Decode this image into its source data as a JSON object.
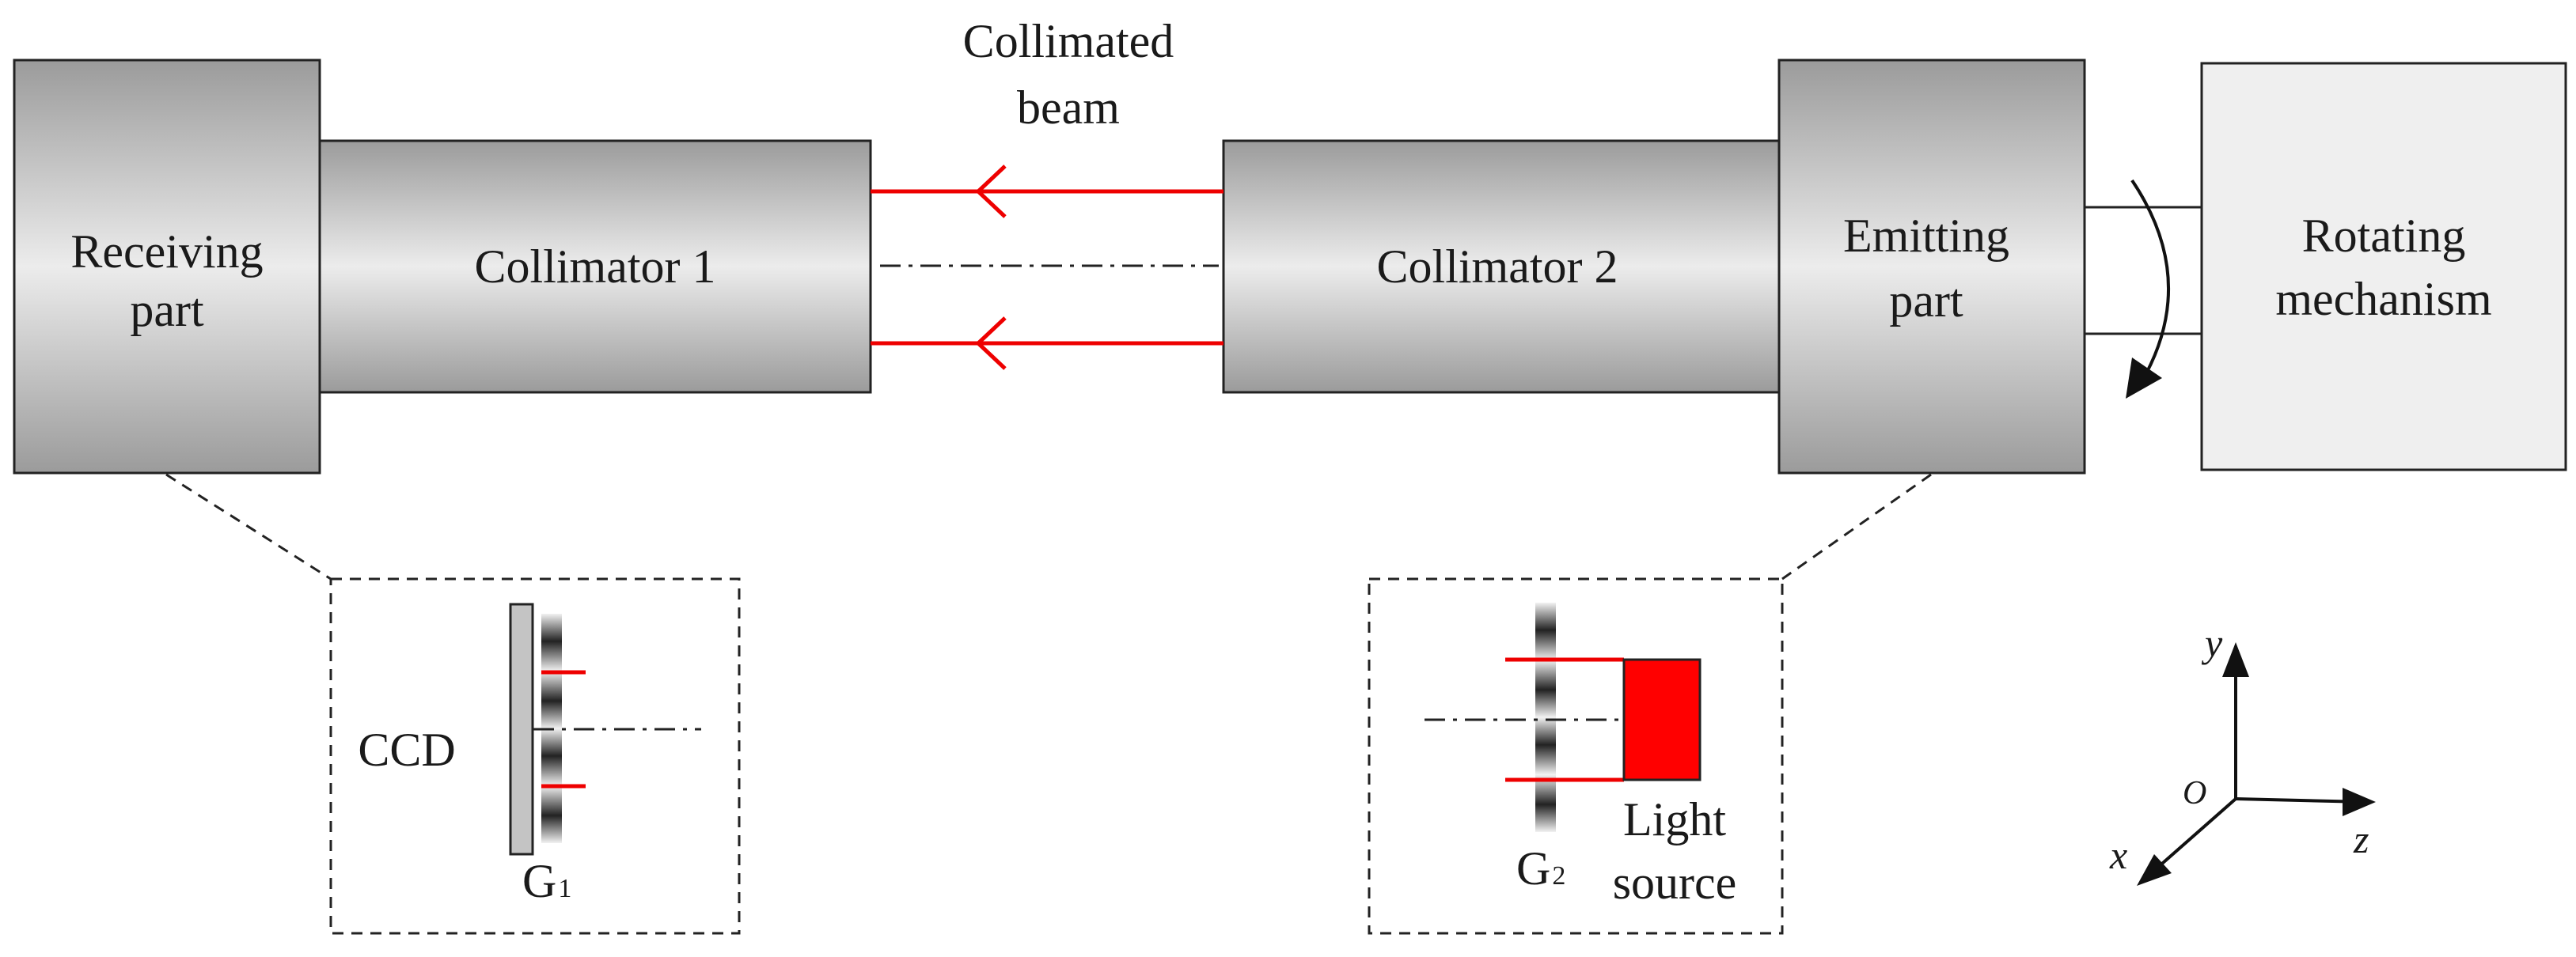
{
  "labels": {
    "collimated_beam_line1": "Collimated",
    "collimated_beam_line2": "beam",
    "receiving_line1": "Receiving",
    "receiving_line2": "part",
    "collimator1": "Collimator 1",
    "collimator2": "Collimator 2",
    "emitting_line1": "Emitting",
    "emitting_line2": "part",
    "rotating_line1": "Rotating",
    "rotating_line2": "mechanism",
    "ccd": "CCD",
    "g1_letter": "G",
    "g1_sub": "1",
    "g2_letter": "G",
    "g2_sub": "2",
    "light_line1": "Light",
    "light_line2": "source"
  },
  "axes": {
    "y": "y",
    "z": "z",
    "x": "x",
    "origin": "O"
  },
  "colors": {
    "beam": "#ee0000",
    "light_source": "#ff0000",
    "block_light": "#ececec",
    "block_dark": "#9b9b9b",
    "rotating_fill": "#efefef",
    "outline": "#222222"
  }
}
